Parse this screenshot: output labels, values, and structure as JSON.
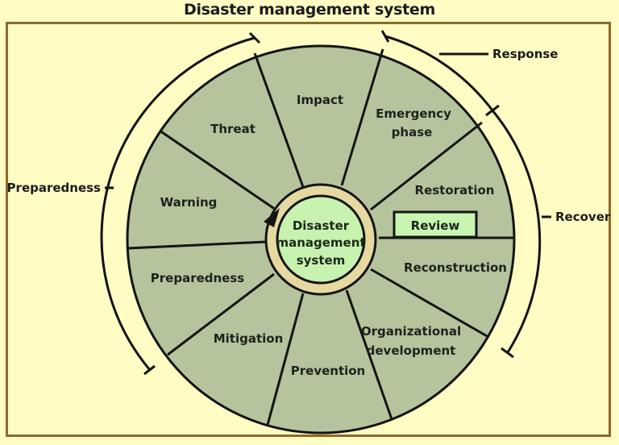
{
  "title": "Disaster management system",
  "center": {
    "lines": [
      "Disaster",
      "management",
      "system"
    ]
  },
  "segments": [
    {
      "label": "Impact"
    },
    {
      "label_line1": "Emergency",
      "label_line2": "phase"
    },
    {
      "label": "Restoration"
    },
    {
      "label": "Reconstruction"
    },
    {
      "label_line1": "Organizational",
      "label_line2": "development"
    },
    {
      "label": "Prevention"
    },
    {
      "label": "Mitigation"
    },
    {
      "label": "Preparedness"
    },
    {
      "label": "Warning"
    },
    {
      "label": "Threat"
    }
  ],
  "review_box": {
    "label": "Review"
  },
  "phases": {
    "response": "Response",
    "recover": "Recover",
    "preparedness": "Preparedness"
  },
  "colors": {
    "background": "#fffcc4",
    "segment_fill": "#b5c49c",
    "center_fill": "#c8f2b0",
    "ring_fill": "#e6d9a0",
    "review_fill": "#c8f5b0",
    "frame": "#8b6a2a",
    "line": "#141414"
  }
}
